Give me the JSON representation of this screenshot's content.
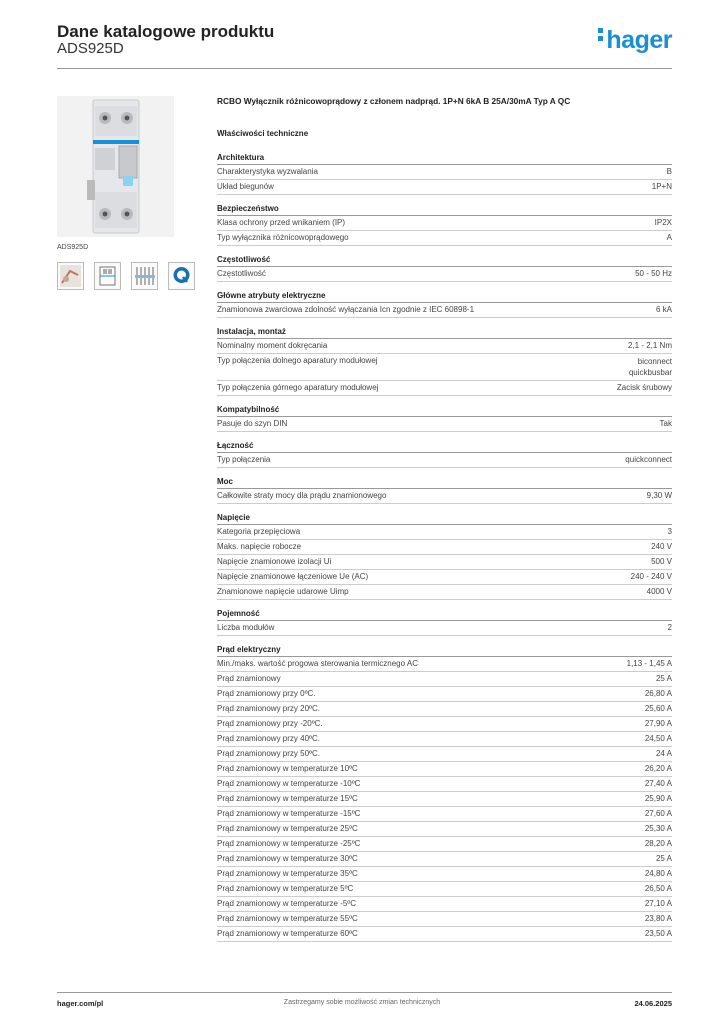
{
  "header": {
    "title": "Dane katalogowe produktu",
    "code": "ADS925D",
    "logo": "hager",
    "brand_color": "#1b8fd1"
  },
  "product": {
    "photo_code": "ADS925D",
    "thumbnails": [
      "wiring-photo-icon",
      "mounting-diagram-icon",
      "busbar-diagram-icon",
      "quality-certificate-icon"
    ]
  },
  "description": "RCBO Wyłącznik różnicowoprądowy z członem nadprąd. 1P+N 6kA B 25A/30mA Typ A QC",
  "section_title": "Właściwości techniczne",
  "groups": [
    {
      "title": "Architektura",
      "rows": [
        {
          "k": "Charakterystyka wyzwalania",
          "v": [
            "B"
          ]
        },
        {
          "k": "Układ biegunów",
          "v": [
            "1P+N"
          ]
        }
      ]
    },
    {
      "title": "Bezpieczeństwo",
      "rows": [
        {
          "k": "Klasa ochrony przed wnikaniem (IP)",
          "v": [
            "IP2X"
          ]
        },
        {
          "k": "Typ wyłącznika różnicowoprądowego",
          "v": [
            "A"
          ]
        }
      ]
    },
    {
      "title": "Częstotliwość",
      "rows": [
        {
          "k": "Częstotliwość",
          "v": [
            "50 - 50 Hz"
          ]
        }
      ]
    },
    {
      "title": "Główne atrybuty elektryczne",
      "rows": [
        {
          "k": "Znamionowa zwarciowa zdolność wyłączania Icn zgodnie z IEC 60898-1",
          "v": [
            "6 kA"
          ]
        }
      ]
    },
    {
      "title": "Instalacja, montaż",
      "rows": [
        {
          "k": "Nominalny moment dokręcania",
          "v": [
            "2,1 - 2,1 Nm"
          ]
        },
        {
          "k": "Typ połączenia dolnego aparatury modułowej",
          "v": [
            "biconnect",
            "quickbusbar"
          ]
        },
        {
          "k": "Typ połączenia górnego aparatury modułowej",
          "v": [
            "Zacisk śrubowy"
          ]
        }
      ]
    },
    {
      "title": "Kompatybilność",
      "rows": [
        {
          "k": "Pasuje do szyn DIN",
          "v": [
            "Tak"
          ]
        }
      ]
    },
    {
      "title": "Łączność",
      "rows": [
        {
          "k": "Typ połączenia",
          "v": [
            "quickconnect"
          ]
        }
      ]
    },
    {
      "title": "Moc",
      "rows": [
        {
          "k": "Całkowite straty mocy dla prądu znamionowego",
          "v": [
            "9,30 W"
          ]
        }
      ]
    },
    {
      "title": "Napięcie",
      "rows": [
        {
          "k": "Kategoria przepięciowa",
          "v": [
            "3"
          ]
        },
        {
          "k": "Maks. napięcie robocze",
          "v": [
            "240 V"
          ]
        },
        {
          "k": "Napięcie znamionowe izolacji Ui",
          "v": [
            "500 V"
          ]
        },
        {
          "k": "Napięcie znamionowe łączeniowe Ue (AC)",
          "v": [
            "240 - 240 V"
          ]
        },
        {
          "k": "Znamionowe napięcie udarowe Uimp",
          "v": [
            "4000 V"
          ]
        }
      ]
    },
    {
      "title": "Pojemność",
      "rows": [
        {
          "k": "Liczba modułów",
          "v": [
            "2"
          ]
        }
      ]
    },
    {
      "title": "Prąd elektryczny",
      "rows": [
        {
          "k": "Min./maks. wartość progowa sterowania termicznego AC",
          "v": [
            "1,13 - 1,45 A"
          ]
        },
        {
          "k": "Prąd znamionowy",
          "v": [
            "25 A"
          ]
        },
        {
          "k": "Prąd znamionowy przy 0ºC.",
          "v": [
            "26,80 A"
          ]
        },
        {
          "k": "Prąd znamionowy przy 20ºC.",
          "v": [
            "25,60 A"
          ]
        },
        {
          "k": "Prąd znamionowy przy -20ºC.",
          "v": [
            "27,90 A"
          ]
        },
        {
          "k": "Prąd znamionowy przy 40ºC.",
          "v": [
            "24,50 A"
          ]
        },
        {
          "k": "Prąd znamionowy przy 50ºC.",
          "v": [
            "24 A"
          ]
        },
        {
          "k": "Prąd znamionowy w temperaturze 10ºC",
          "v": [
            "26,20 A"
          ]
        },
        {
          "k": "Prąd znamionowy w temperaturze -10ºC",
          "v": [
            "27,40 A"
          ]
        },
        {
          "k": "Prąd znamionowy w temperaturze 15ºC",
          "v": [
            "25,90 A"
          ]
        },
        {
          "k": "Prąd znamionowy w temperaturze -15ºC",
          "v": [
            "27,60 A"
          ]
        },
        {
          "k": "Prąd znamionowy w temperaturze 25ºC",
          "v": [
            "25,30 A"
          ]
        },
        {
          "k": "Prąd znamionowy w temperaturze -25ºC",
          "v": [
            "28,20 A"
          ]
        },
        {
          "k": "Prąd znamionowy w temperaturze 30ºC",
          "v": [
            "25 A"
          ]
        },
        {
          "k": "Prąd znamionowy w temperaturze 35ºC",
          "v": [
            "24,80 A"
          ]
        },
        {
          "k": "Prąd znamionowy w temperaturze 5ºC",
          "v": [
            "26,50 A"
          ]
        },
        {
          "k": "Prąd znamionowy w temperaturze -5ºC",
          "v": [
            "27,10 A"
          ]
        },
        {
          "k": "Prąd znamionowy w temperaturze 55ºC",
          "v": [
            "23,80 A"
          ]
        },
        {
          "k": "Prąd znamionowy w temperaturze 60ºC",
          "v": [
            "23,50 A"
          ]
        }
      ]
    }
  ],
  "footer": {
    "left": "hager.com/pl",
    "middle": "Zastrzegamy sobie możliwość zmian technicznych",
    "right": "24.06.2025"
  }
}
